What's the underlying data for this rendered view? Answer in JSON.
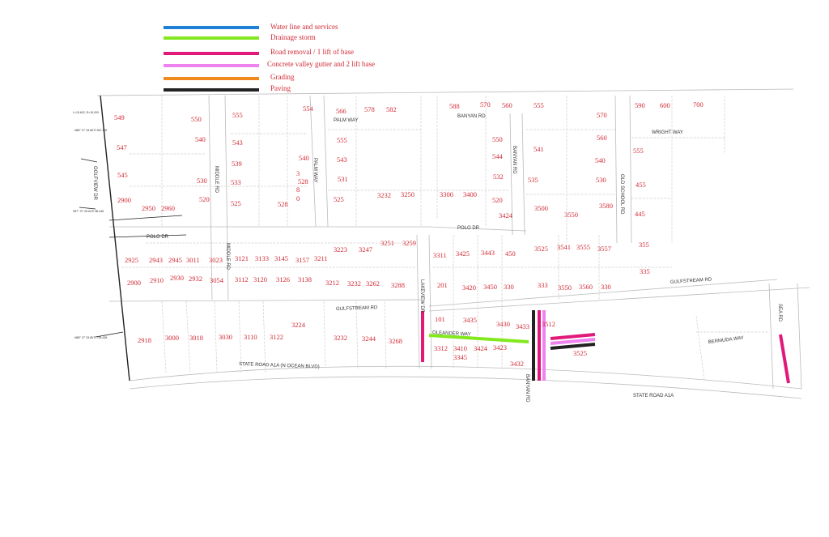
{
  "legend": [
    {
      "label": "Water line and services",
      "color": "#1e7fd6"
    },
    {
      "label": "Drainage storm",
      "color": "#84e81f"
    },
    {
      "label": "Road removal / 1 lift of base",
      "color": "#e0197a"
    },
    {
      "label": "Concrete valley gutter and 2 lift base",
      "color": "#ee82ee"
    },
    {
      "label": "Grading",
      "color": "#f08a1c"
    },
    {
      "label": "Paving",
      "color": "#222222"
    }
  ],
  "roads": [
    "GOLFVIEW DR",
    "PALM WAY",
    "PALM WAY",
    "MIDDLE RD",
    "MIDDLE RD",
    "BANYAN RD",
    "BANYAN RD",
    "WRIGHT WAY",
    "OLD SCHOOL RD",
    "POLO DR",
    "POLO DR",
    "GULFSTREAM RD",
    "GULFSTREAM RD",
    "LAKEVIEW DR",
    "OLEANDER WAY",
    "BERMUDA WAY",
    "SEA RD",
    "STATE ROAD A1A (N OCEAN BLVD)",
    "STATE ROAD A1A",
    "BANYAN RD"
  ],
  "lots": [
    "549",
    "550",
    "555",
    "554",
    "566",
    "578",
    "582",
    "540",
    "543",
    "547",
    "539",
    "540",
    "555",
    "543",
    "545",
    "530",
    "533",
    "531",
    "3",
    "528",
    "8",
    "0",
    "2900",
    "2950",
    "2960",
    "520",
    "525",
    "528",
    "525",
    "3232",
    "3250",
    "588",
    "570",
    "560",
    "555",
    "570",
    "590",
    "600",
    "700",
    "550",
    "544",
    "541",
    "560",
    "555",
    "532",
    "535",
    "540",
    "530",
    "455",
    "3300",
    "3400",
    "520",
    "3500",
    "3550",
    "3580",
    "445",
    "3424",
    "2925",
    "2943",
    "2945",
    "3011",
    "3023",
    "3121",
    "3133",
    "3145",
    "3157",
    "3211",
    "3223",
    "3247",
    "3251",
    "3259",
    "3311",
    "3425",
    "3443",
    "450",
    "3525",
    "3541",
    "3555",
    "3557",
    "355",
    "335",
    "2900",
    "2910",
    "2930",
    "2932",
    "3054",
    "3112",
    "3120",
    "3126",
    "3138",
    "3212",
    "3232",
    "3262",
    "3288",
    "201",
    "3420",
    "3450",
    "330",
    "333",
    "3550",
    "3560",
    "330",
    "2918",
    "3000",
    "3018",
    "3030",
    "3110",
    "3122",
    "3224",
    "3232",
    "3244",
    "3268",
    "101",
    "3435",
    "3430",
    "3433",
    "3312",
    "3410",
    "3424",
    "3423",
    "3345",
    "3432",
    "3512",
    "3525"
  ],
  "survey_notes": [
    "L=15,602, R=15,000",
    "N88° 27' 33.86\"E 587.12ft",
    "S87° 37' 26.64\"E 88.44ft",
    "N88° 27' 33.86\"E 726.43ft"
  ]
}
